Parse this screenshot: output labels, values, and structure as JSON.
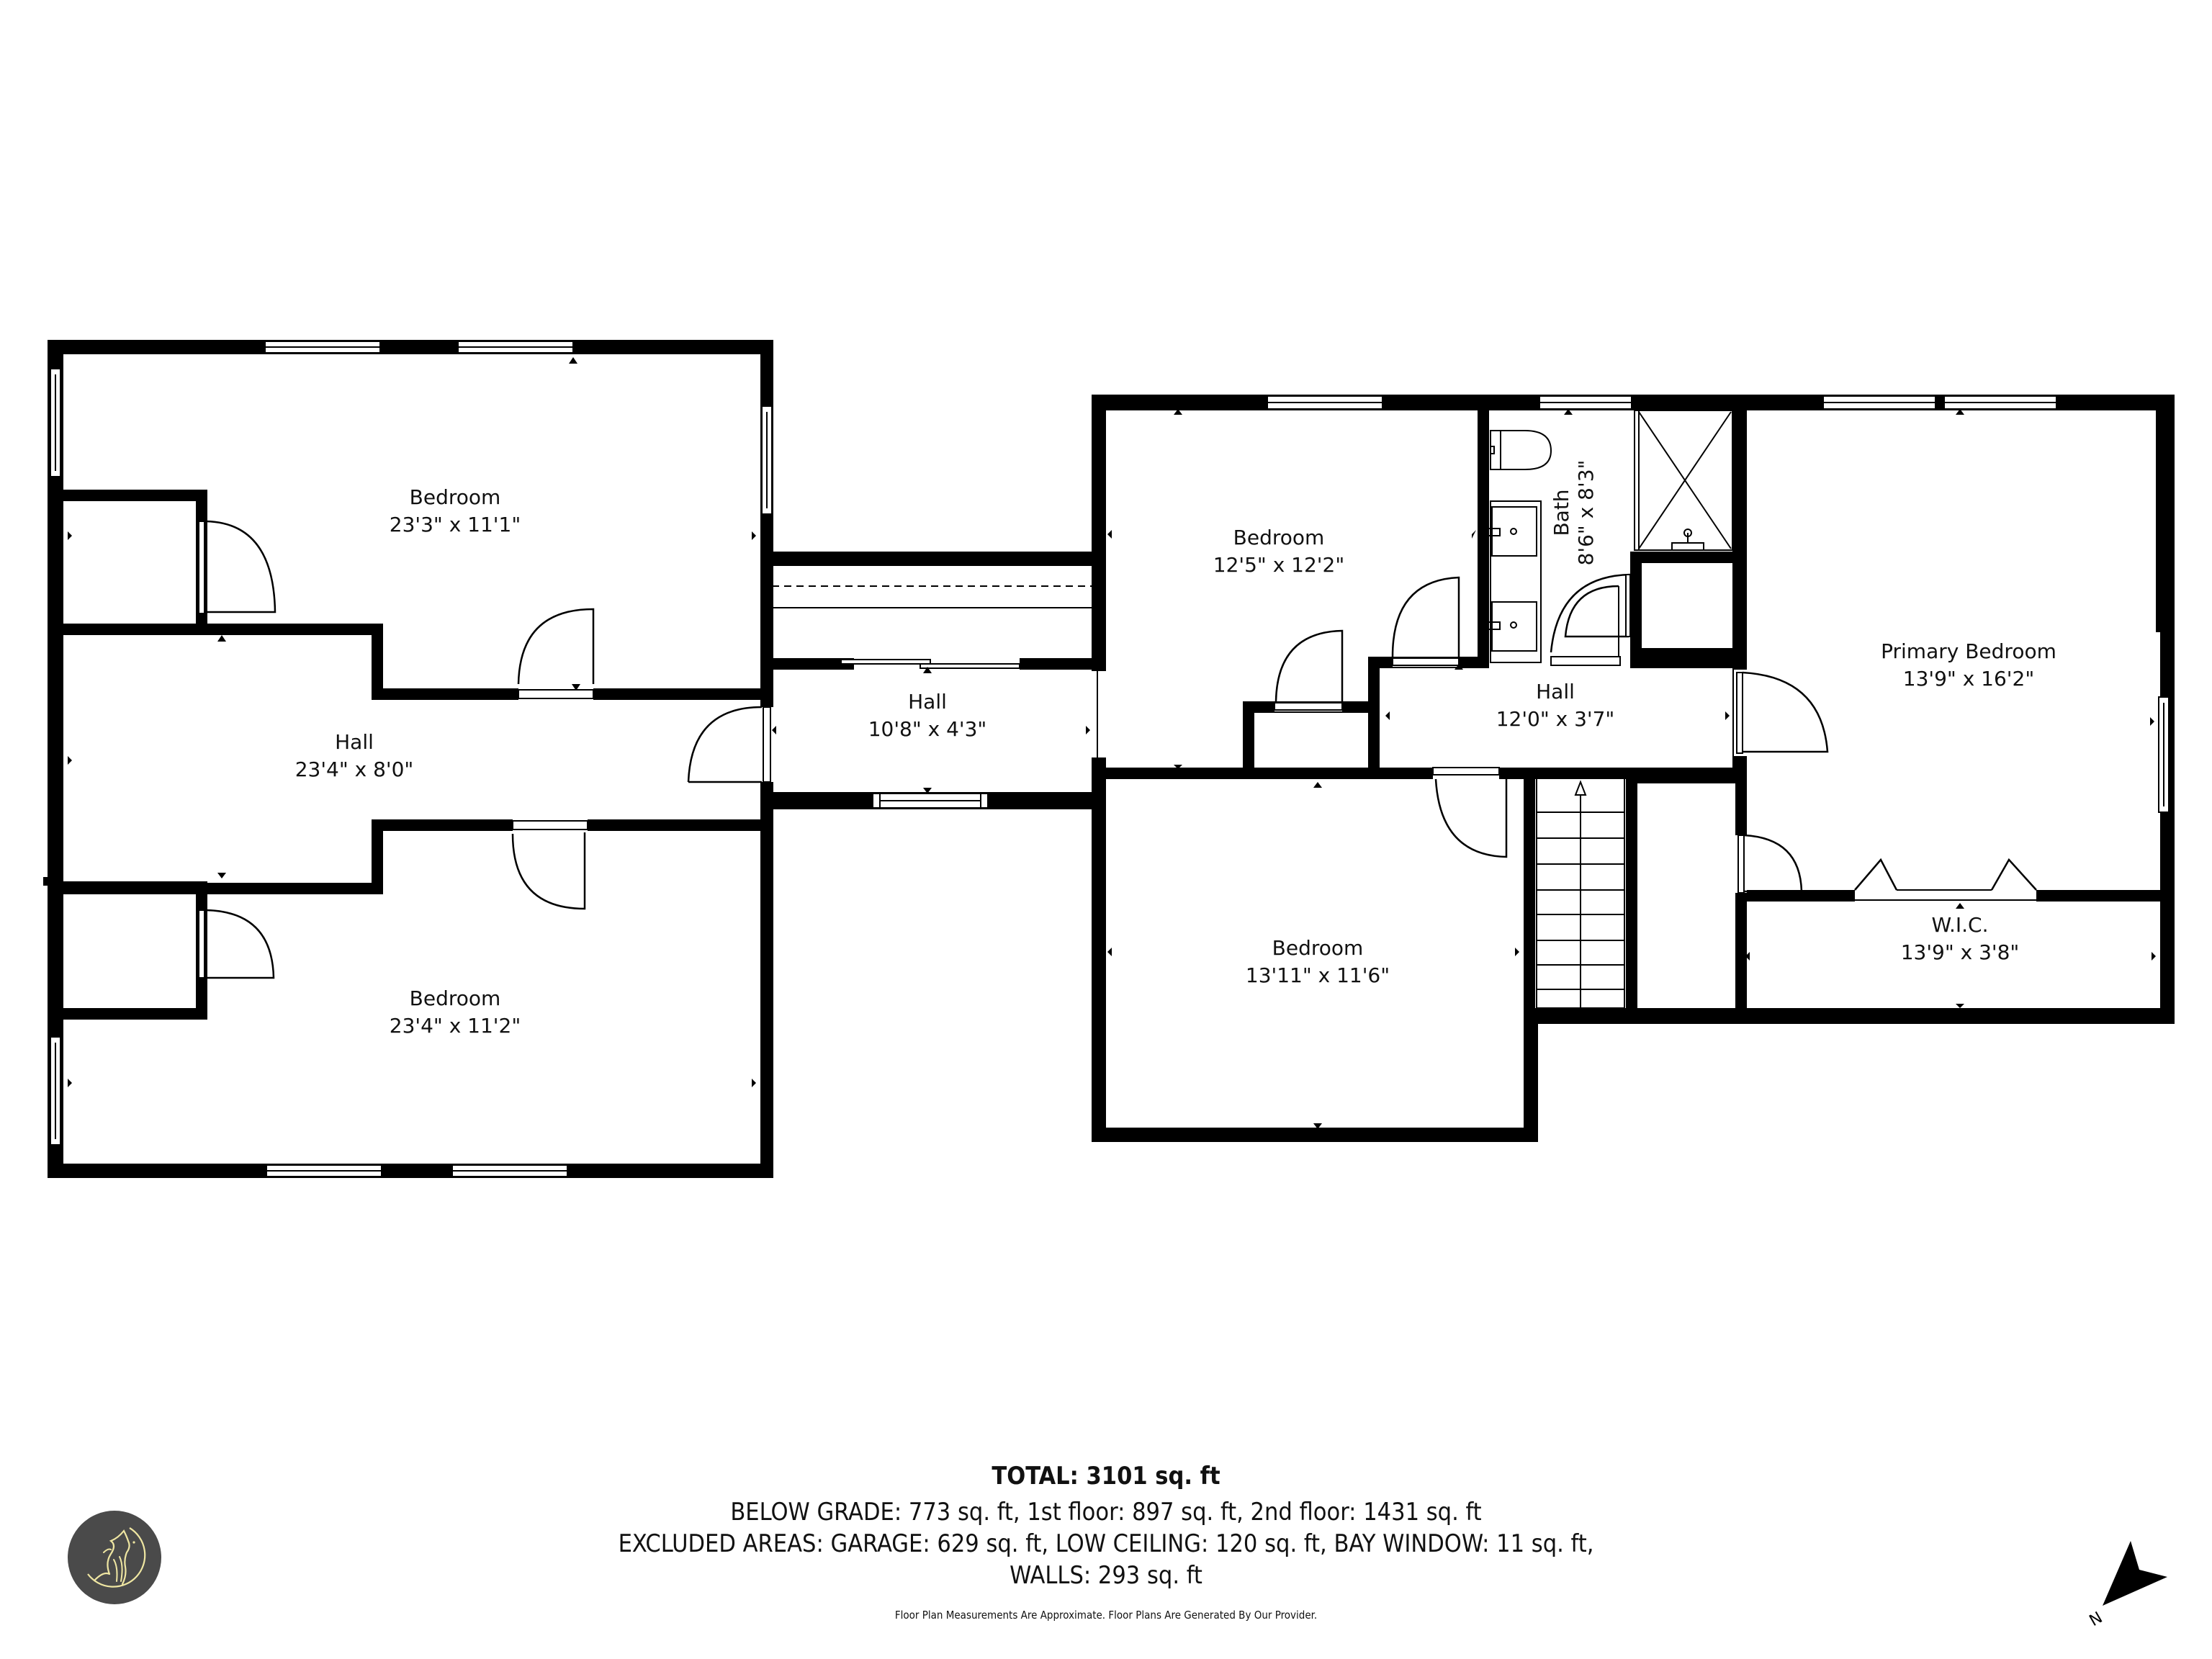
{
  "floor_plan": {
    "rooms": [
      {
        "id": "bedroom-nw",
        "name": "Bedroom",
        "dimensions": "23'3\" x 11'1\""
      },
      {
        "id": "hall-west",
        "name": "Hall",
        "dimensions": "23'4\" x 8'0\""
      },
      {
        "id": "bedroom-sw",
        "name": "Bedroom",
        "dimensions": "23'4\" x 11'2\""
      },
      {
        "id": "hall-connector",
        "name": "Hall",
        "dimensions": "10'8\" x 4'3\""
      },
      {
        "id": "bedroom-ne",
        "name": "Bedroom",
        "dimensions": "12'5\" x 12'2\""
      },
      {
        "id": "bath",
        "name": "Bath",
        "dimensions": "8'6\" x 8'3\""
      },
      {
        "id": "hall-east",
        "name": "Hall",
        "dimensions": "12'0\" x 3'7\""
      },
      {
        "id": "primary-bedroom",
        "name": "Primary Bedroom",
        "dimensions": "13'9\" x 16'2\""
      },
      {
        "id": "bedroom-se",
        "name": "Bedroom",
        "dimensions": "13'11\" x 11'6\""
      },
      {
        "id": "wic",
        "name": "W.I.C.",
        "dimensions": "13'9\" x 3'8\""
      }
    ]
  },
  "summary": {
    "total": "TOTAL: 3101 sq. ft",
    "breakdown": "BELOW GRADE: 773 sq. ft, 1st floor: 897 sq. ft, 2nd floor: 1431 sq. ft",
    "excluded": "EXCLUDED AREAS: GARAGE: 629 sq. ft, LOW CEILING: 120 sq. ft, BAY WINDOW: 11 sq. ft,",
    "walls": "WALLS: 293 sq. ft",
    "disclaimer": "Floor Plan Measurements Are Approximate. Floor Plans Are Generated By Our Provider."
  },
  "compass": {
    "label": "N"
  },
  "logo": {
    "icon": "howling-wolf-icon",
    "background": "#4a4a4a",
    "stroke": "#efe6a2"
  },
  "colors": {
    "wall": "#000000",
    "background": "#ffffff",
    "text": "#111111"
  }
}
